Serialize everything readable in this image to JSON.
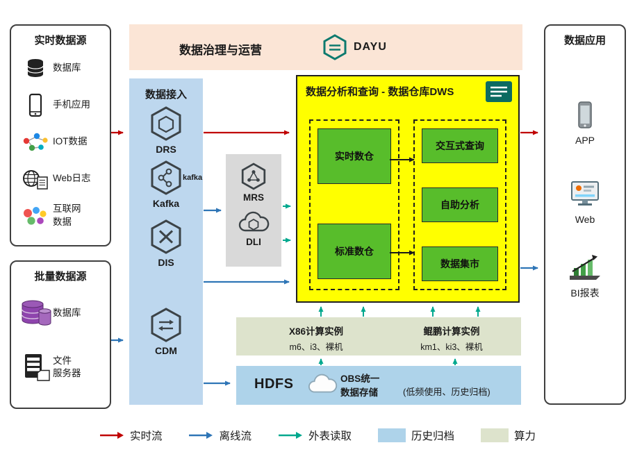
{
  "colors": {
    "realtime_flow": "#c00000",
    "offline_flow": "#2e75b6",
    "external_read": "#00a88e",
    "archive_fill": "#aed3ea",
    "compute_fill": "#dde3cc"
  },
  "banner": {
    "title": "数据治理与运营",
    "logo_text": "DAYU"
  },
  "realtime_sources": {
    "title": "实时数据源",
    "items": [
      {
        "label": "数据库",
        "icon": "database-icon"
      },
      {
        "label": "手机应用",
        "icon": "phone-icon"
      },
      {
        "label": "IOT数据",
        "icon": "iot-icon"
      },
      {
        "label": "Web日志",
        "icon": "web-log-icon"
      },
      {
        "label": "互联网\n数据",
        "icon": "internet-data-icon"
      }
    ]
  },
  "batch_sources": {
    "title": "批量数据源",
    "items": [
      {
        "label": "数据库",
        "icon": "purple-database-icon"
      },
      {
        "label": "文件\n服务器",
        "icon": "file-server-icon"
      }
    ]
  },
  "ingestion": {
    "title": "数据接入",
    "items": [
      {
        "label": "DRS",
        "icon": "drs-hexagon-icon"
      },
      {
        "label": "Kafka",
        "logo": "kafka",
        "icon": "kafka-hexagon-icon"
      },
      {
        "label": "DIS",
        "icon": "dis-hexagon-icon"
      },
      {
        "label": "CDM",
        "icon": "cdm-hexagon-icon"
      }
    ]
  },
  "processing": {
    "items": [
      {
        "label": "MRS",
        "icon": "mrs-hexagon-icon"
      },
      {
        "label": "DLI",
        "icon": "dli-cloud-icon"
      }
    ]
  },
  "dws": {
    "title": "数据分析和查询 - 数据仓库DWS",
    "warehouses": [
      {
        "label": "实时数仓"
      },
      {
        "label": "标准数仓"
      }
    ],
    "services": [
      {
        "label": "交互式查询"
      },
      {
        "label": "自助分析"
      },
      {
        "label": "数据集市"
      }
    ]
  },
  "compute": {
    "x86": {
      "title": "X86计算实例",
      "spec": "m6、i3、裸机"
    },
    "kunpeng": {
      "title": "鲲鹏计算实例",
      "spec": "km1、ki3、裸机"
    }
  },
  "storage": {
    "hdfs": "HDFS",
    "obs": "OBS统一\n数据存储",
    "note": "(低频使用、历史归档)"
  },
  "applications": {
    "title": "数据应用",
    "items": [
      {
        "label": "APP",
        "icon": "app-phone-icon"
      },
      {
        "label": "Web",
        "icon": "web-monitor-icon"
      },
      {
        "label": "BI报表",
        "icon": "bi-chart-icon"
      }
    ]
  },
  "legend": {
    "realtime": "实时流",
    "offline": "离线流",
    "external": "外表读取",
    "archive": "历史归档",
    "compute": "算力"
  }
}
